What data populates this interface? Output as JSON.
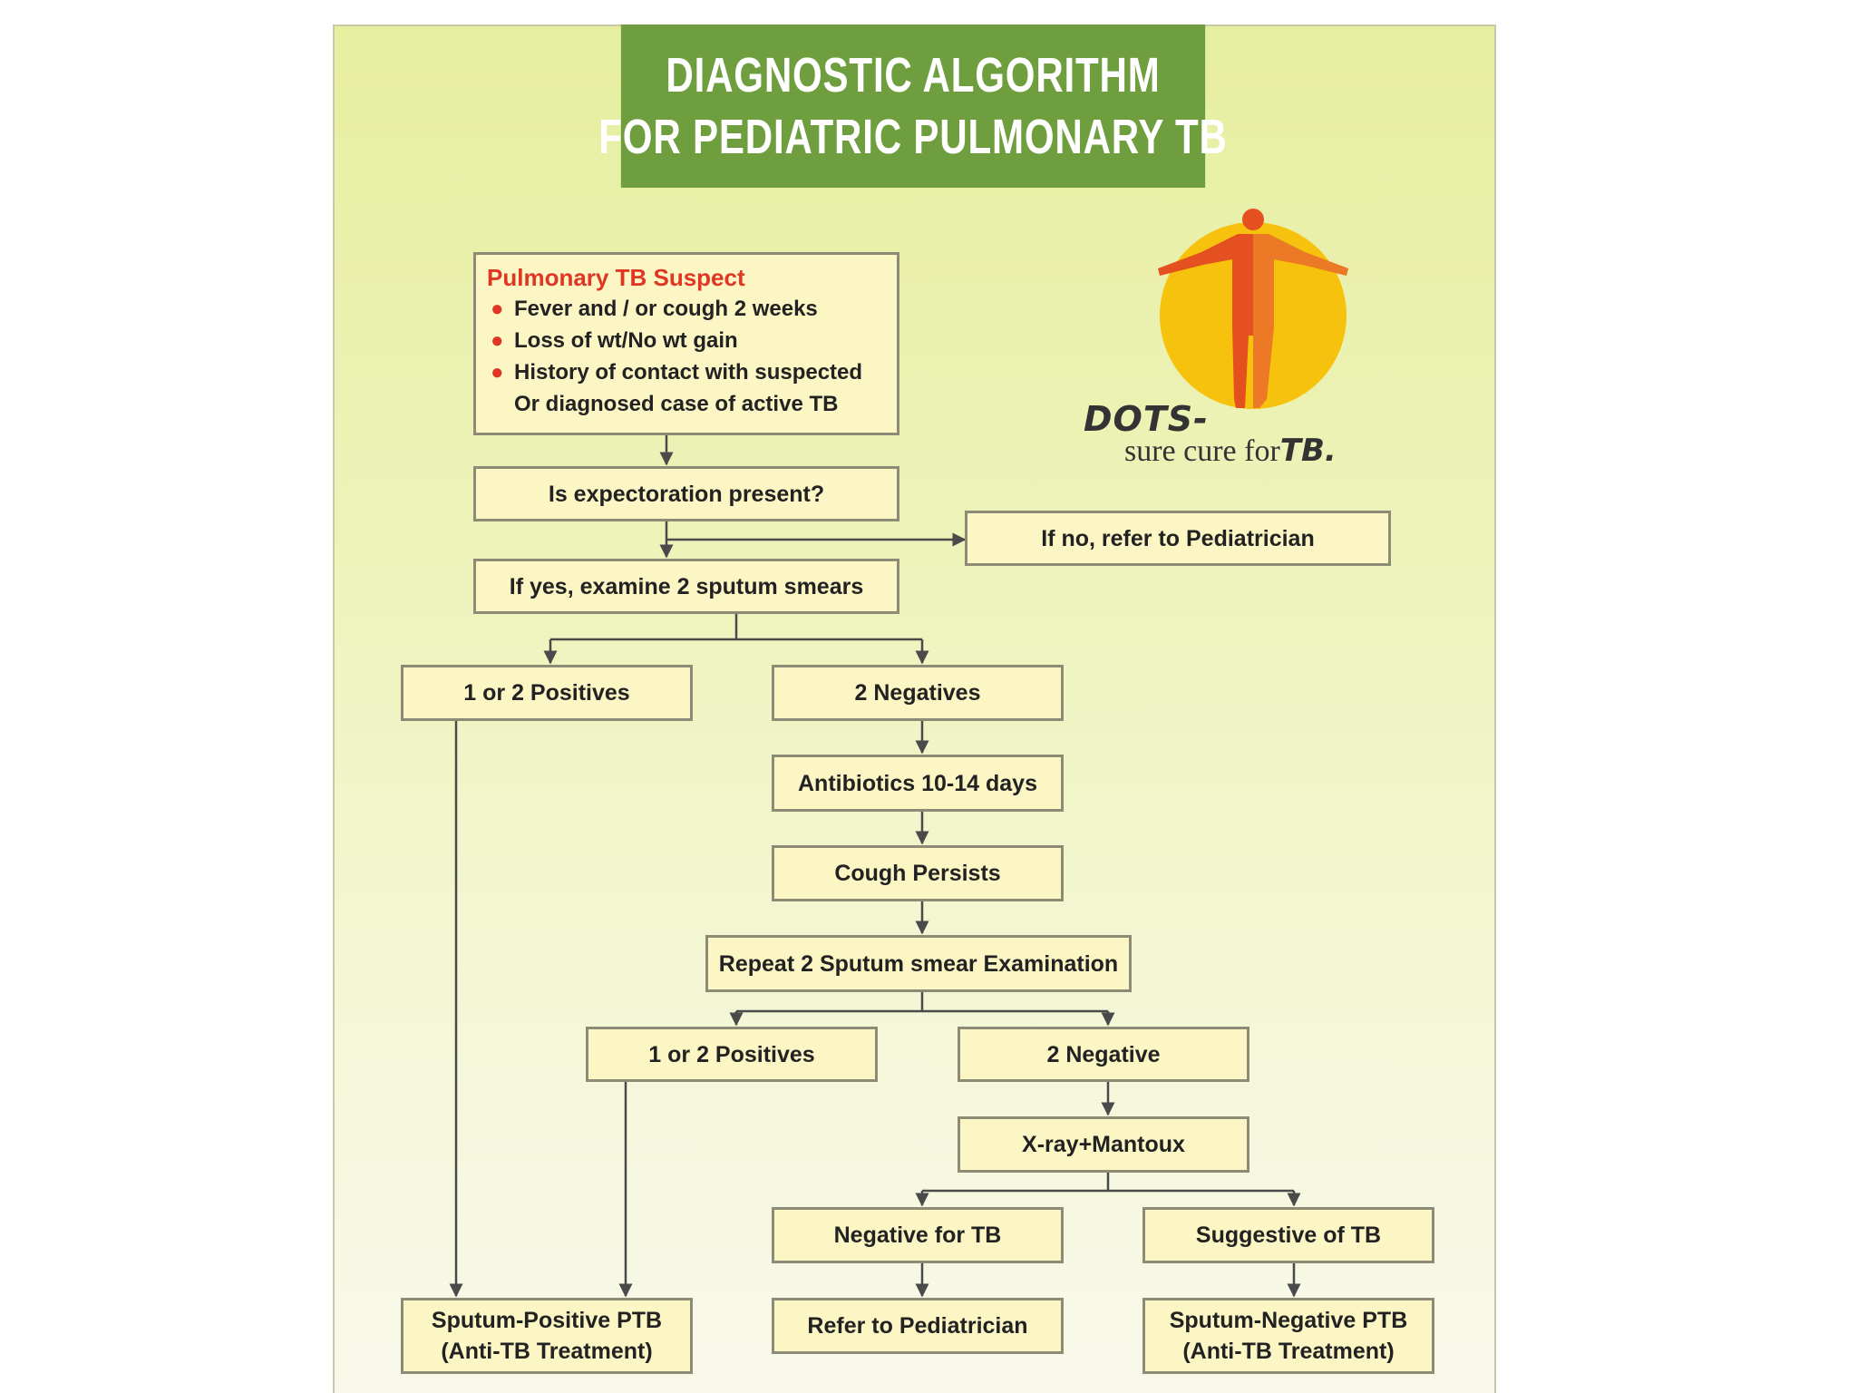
{
  "title": {
    "line1": "DIAGNOSTIC ALGORITHM",
    "line2": "FOR PEDIATRIC PULMONARY TB"
  },
  "logo": {
    "text1": "DOTS-",
    "text2_a": "sure cure for",
    "text2_b": "TB."
  },
  "suspect": {
    "title": "Pulmonary TB Suspect",
    "bullets": [
      "Fever and / or cough 2 weeks",
      "Loss of wt/No wt gain",
      "History of contact with suspected"
    ],
    "continuation": "Or diagnosed case of active TB"
  },
  "nodes": {
    "expectoration": "Is expectoration present?",
    "refer_no": "If no, refer to Pediatrician",
    "examine": "If yes, examine 2 sputum smears",
    "pos1": "1 or 2 Positives",
    "neg1": "2 Negatives",
    "antibiotics": "Antibiotics 10-14 days",
    "cough": "Cough Persists",
    "repeat": "Repeat 2 Sputum smear Examination",
    "pos2": "1 or 2 Positives",
    "neg2": "2 Negative",
    "xray": "X-ray+Mantoux",
    "negtb": "Negative for TB",
    "suggestive": "Suggestive of TB",
    "sputum_pos_1": "Sputum-Positive PTB",
    "sputum_pos_2": "(Anti-TB Treatment)",
    "refer_ped": "Refer to Pediatrician",
    "sputum_neg_1": "Sputum-Negative PTB",
    "sputum_neg_2": "(Anti-TB Treatment)"
  },
  "colors": {
    "header_green": "#6f9e3e",
    "box_fill": "#fbf6c4",
    "accent_red": "#e03623"
  }
}
